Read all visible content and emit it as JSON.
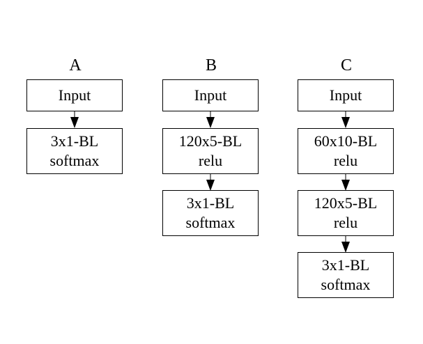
{
  "columns": [
    {
      "title": "A",
      "nodes": [
        {
          "line1": "Input",
          "line2": ""
        },
        {
          "line1": "3x1-BL",
          "line2": "softmax"
        }
      ]
    },
    {
      "title": "B",
      "nodes": [
        {
          "line1": "Input",
          "line2": ""
        },
        {
          "line1": "120x5-BL",
          "line2": "relu"
        },
        {
          "line1": "3x1-BL",
          "line2": "softmax"
        }
      ]
    },
    {
      "title": "C",
      "nodes": [
        {
          "line1": "Input",
          "line2": ""
        },
        {
          "line1": "60x10-BL",
          "line2": "relu"
        },
        {
          "line1": "120x5-BL",
          "line2": "relu"
        },
        {
          "line1": "3x1-BL",
          "line2": "softmax"
        }
      ]
    }
  ],
  "colors": {
    "stroke": "#000000",
    "fill": "#ffffff"
  }
}
